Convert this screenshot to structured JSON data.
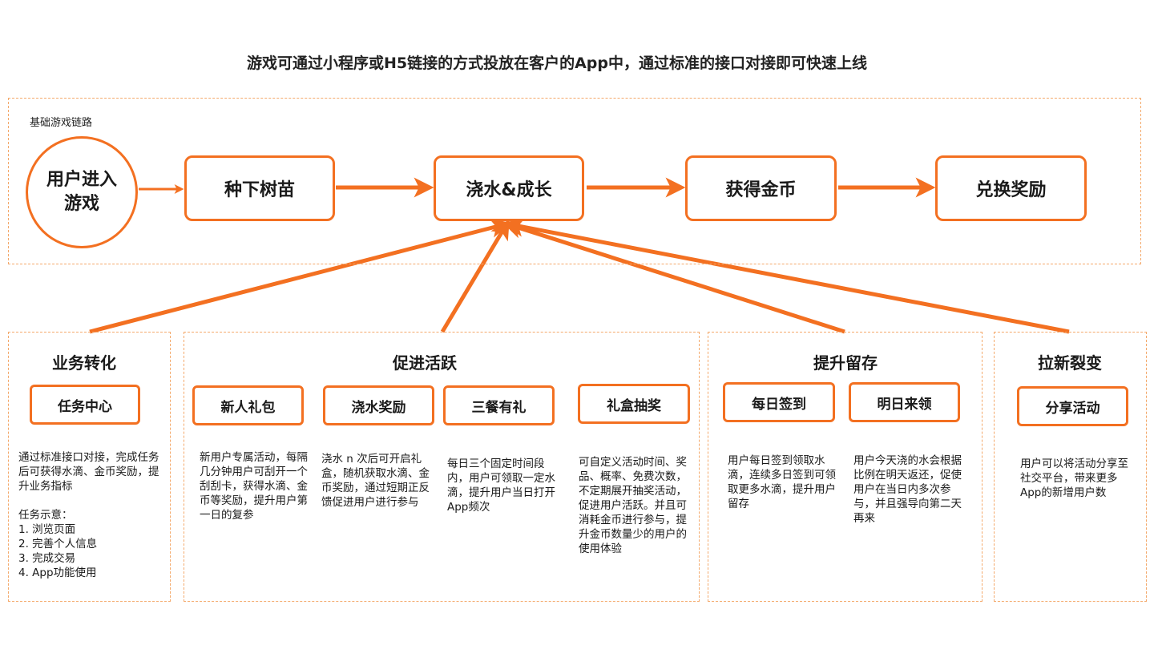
{
  "headline": "游戏可通过小程序或H5链接的方式投放在客户的App中，通过标准的接口对接即可快速上线",
  "chain": {
    "label": "基础游戏链路",
    "entry": "用户进入游戏",
    "steps": [
      "种下树苗",
      "浇水&成长",
      "获得金币",
      "兑换奖励"
    ]
  },
  "sections": {
    "business": {
      "title": "业务转化",
      "items": [
        {
          "label": "任务中心",
          "desc": "通过标准接口对接，完成任务后可获得水滴、金币奖励，提升业务指标\n\n任务示意：\n1. 浏览页面\n2. 完善个人信息\n3. 完成交易\n4. App功能使用"
        }
      ]
    },
    "active": {
      "title": "促进活跃",
      "items": [
        {
          "label": "新人礼包",
          "desc": "新用户专属活动，每隔几分钟用户可刮开一个刮刮卡，获得水滴、金币等奖励，提升用户第一日的复参"
        },
        {
          "label": "浇水奖励",
          "desc": "浇水 n 次后可开启礼盒，随机获取水滴、金币奖励，通过短期正反馈促进用户进行参与"
        },
        {
          "label": "三餐有礼",
          "desc": "每日三个固定时间段内，用户可领取一定水滴，提升用户当日打开App频次"
        },
        {
          "label": "礼盒抽奖",
          "desc": "可自定义活动时间、奖品、概率、免费次数，不定期展开抽奖活动，促进用户活跃。并且可消耗金币进行参与，提升金币数量少的用户的使用体验"
        }
      ]
    },
    "retention": {
      "title": "提升留存",
      "items": [
        {
          "label": "每日签到",
          "desc": "用户每日签到领取水滴，连续多日签到可领取更多水滴，提升用户留存"
        },
        {
          "label": "明日来领",
          "desc": "用户今天浇的水会根据比例在明天返还，促使用户在当日内多次参与，并且强导向第二天再来"
        }
      ]
    },
    "growth": {
      "title": "拉新裂变",
      "items": [
        {
          "label": "分享活动",
          "desc": "用户可以将活动分享至社交平台，带来更多App的新增用户数"
        }
      ]
    }
  },
  "colors": {
    "accent": "#f37021",
    "dashed": "#f4a96b"
  }
}
